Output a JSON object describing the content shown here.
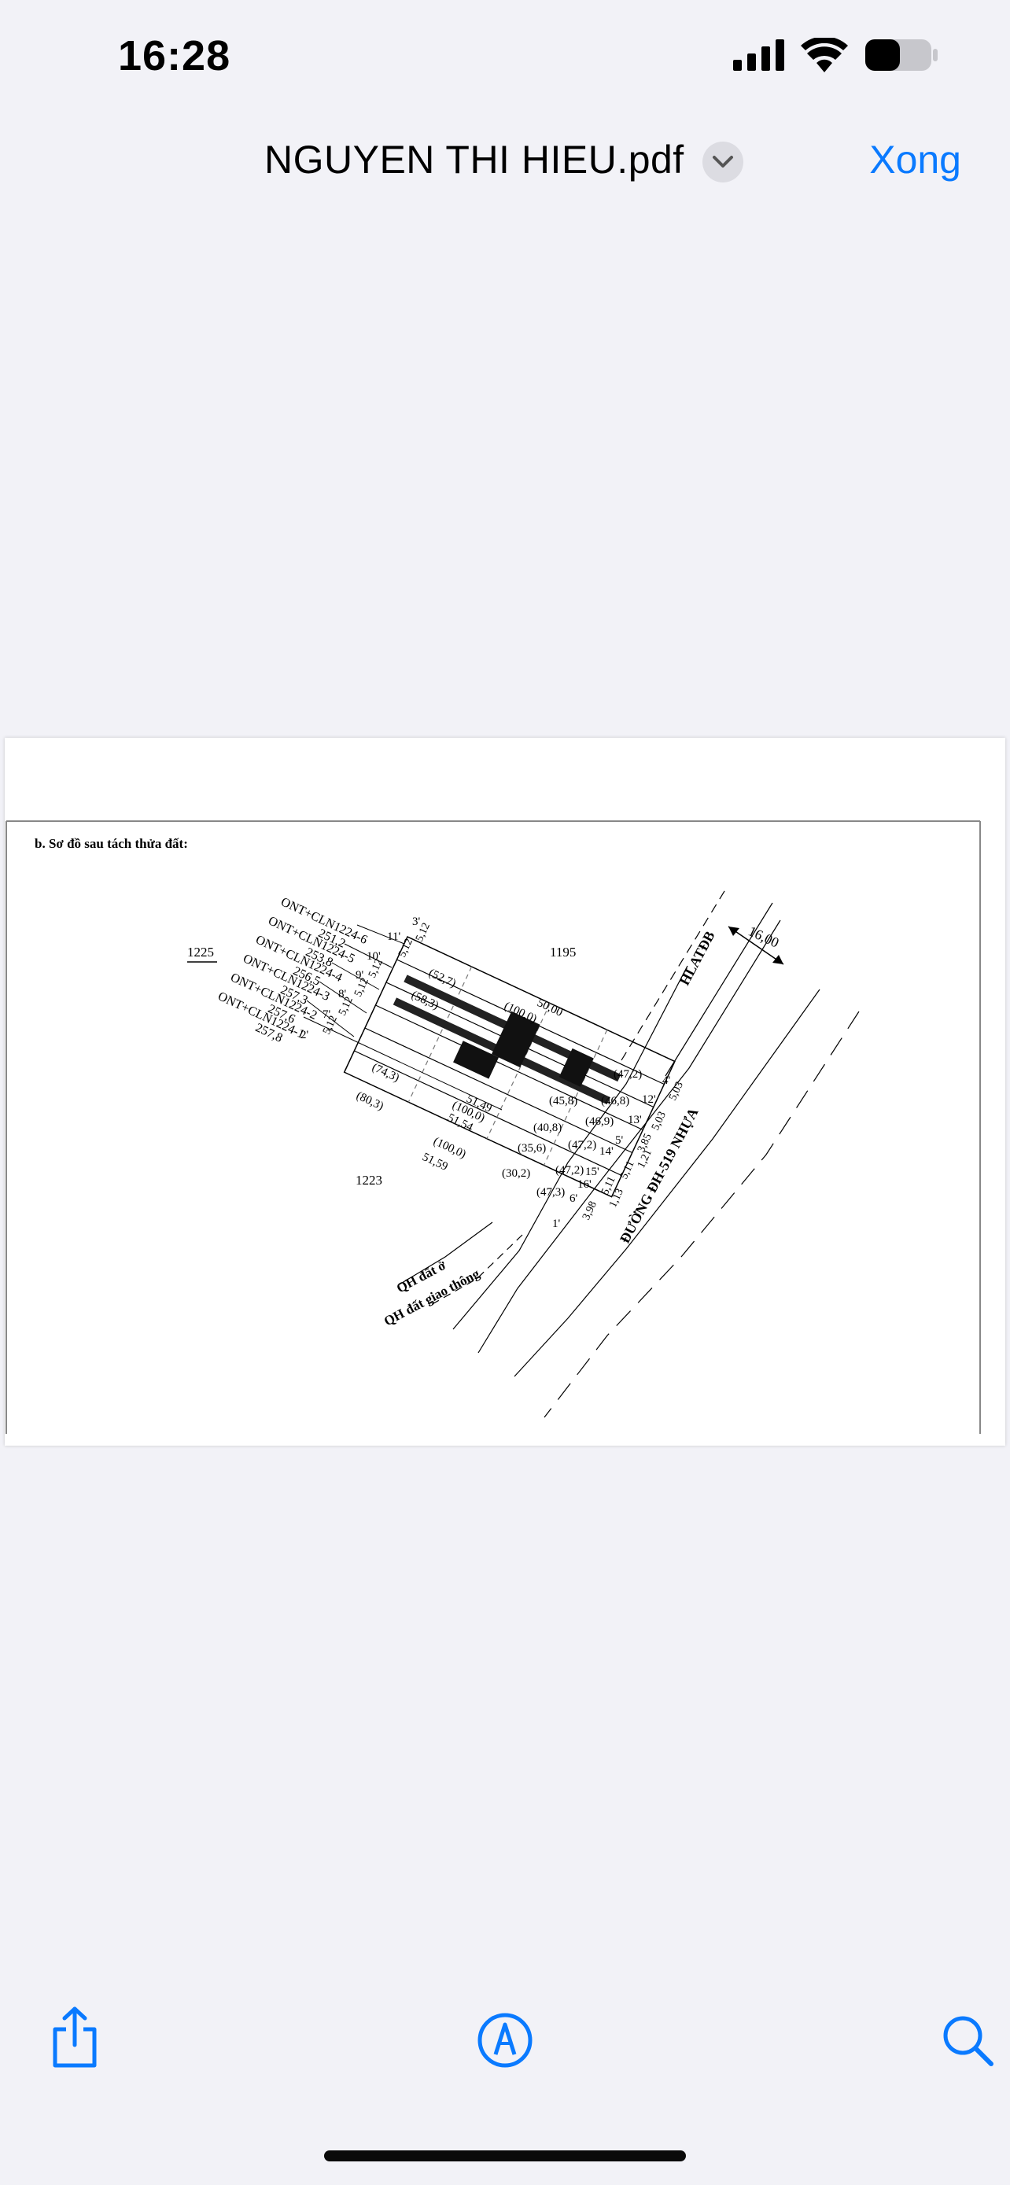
{
  "status_bar": {
    "time": "16:28"
  },
  "header": {
    "title": "NGUYEN THI HIEU.pdf",
    "done_label": "Xong"
  },
  "document": {
    "section_title": "b. Sơ đồ sau tách thửa đất:",
    "parcel_numbers": {
      "left": "1225",
      "top": "1195",
      "bottom": "1223"
    },
    "lots": [
      {
        "code": "ONT+CLN1224-6",
        "area": "251,2"
      },
      {
        "code": "ONT+CLN1224-5",
        "area": "253,8"
      },
      {
        "code": "ONT+CLN1224-4",
        "area": "256,5"
      },
      {
        "code": "ONT+CLN1224-3",
        "area": "257,3"
      },
      {
        "code": "ONT+CLN1224-2",
        "area": "257,6"
      },
      {
        "code": "ONT+CLN1224-1",
        "area": "257,8"
      }
    ],
    "point_labels": [
      "3'",
      "11'",
      "10'",
      "9'",
      "8'",
      "7'",
      "2'",
      "1'",
      "6'",
      "16'",
      "15'",
      "14'",
      "5'",
      "13'",
      "12'",
      "4'"
    ],
    "left_widths": [
      "5,12",
      "5,12",
      "5,12",
      "5,12",
      "5,12",
      "5,12"
    ],
    "right_widths": [
      "5,03",
      "3,85",
      "5,03",
      "1,21",
      "5,11",
      "1,13",
      "3,98",
      "5,11"
    ],
    "distances_top": [
      "(52,7)",
      "(58,3)",
      "(100,0)",
      "50,00",
      "(47,2)"
    ],
    "distances_right": [
      "(46,8)",
      "(46,9)",
      "(45,8)",
      "(40,8)",
      "(47,2)",
      "(35,6)",
      "(47,2)",
      "(30,2)",
      "(47,3)"
    ],
    "distances_middle": [
      "(74,3)",
      "(80,3)",
      "(100,0)",
      "(100,0)",
      "51,49",
      "51,54",
      "51,59"
    ],
    "road_width": "16,00",
    "road_label": "HLATĐB",
    "road_name": "ĐƯỜNG ĐH-519 NHỰA",
    "plan_labels": [
      "QH đất ở",
      "QH đất giao thông"
    ]
  }
}
